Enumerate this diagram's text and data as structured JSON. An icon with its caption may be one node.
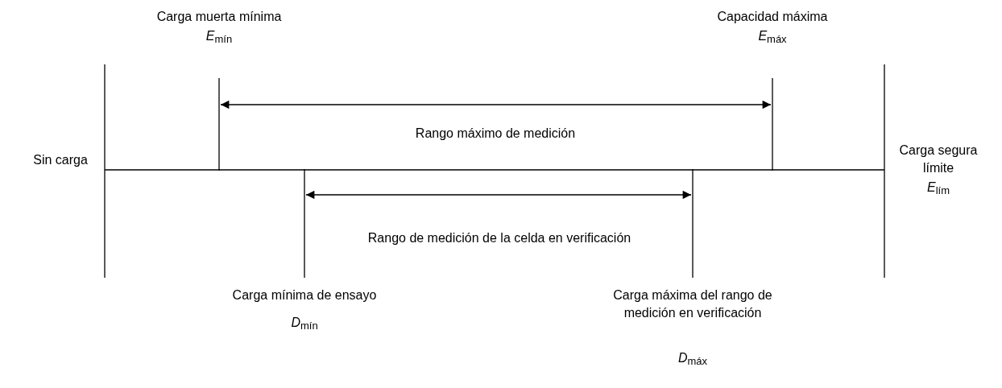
{
  "diagram": {
    "labels": [
      "Carga muerta mínima",
      "*E*$_{mín}$",
      "Capacidad máxima",
      "*E*$_{máx}$",
      "Rango máximo de medición",
      "Sin carga",
      "Carga segura límite",
      "*E*$_{lím}$",
      "Rango de medición de la celda en verificación",
      "Carga mínima de ensayo",
      "*D*$_{mín}$",
      "Carga máxima del rango de medición en verificación",
      "*D*$_{máx}$"
    ]
  }
}
